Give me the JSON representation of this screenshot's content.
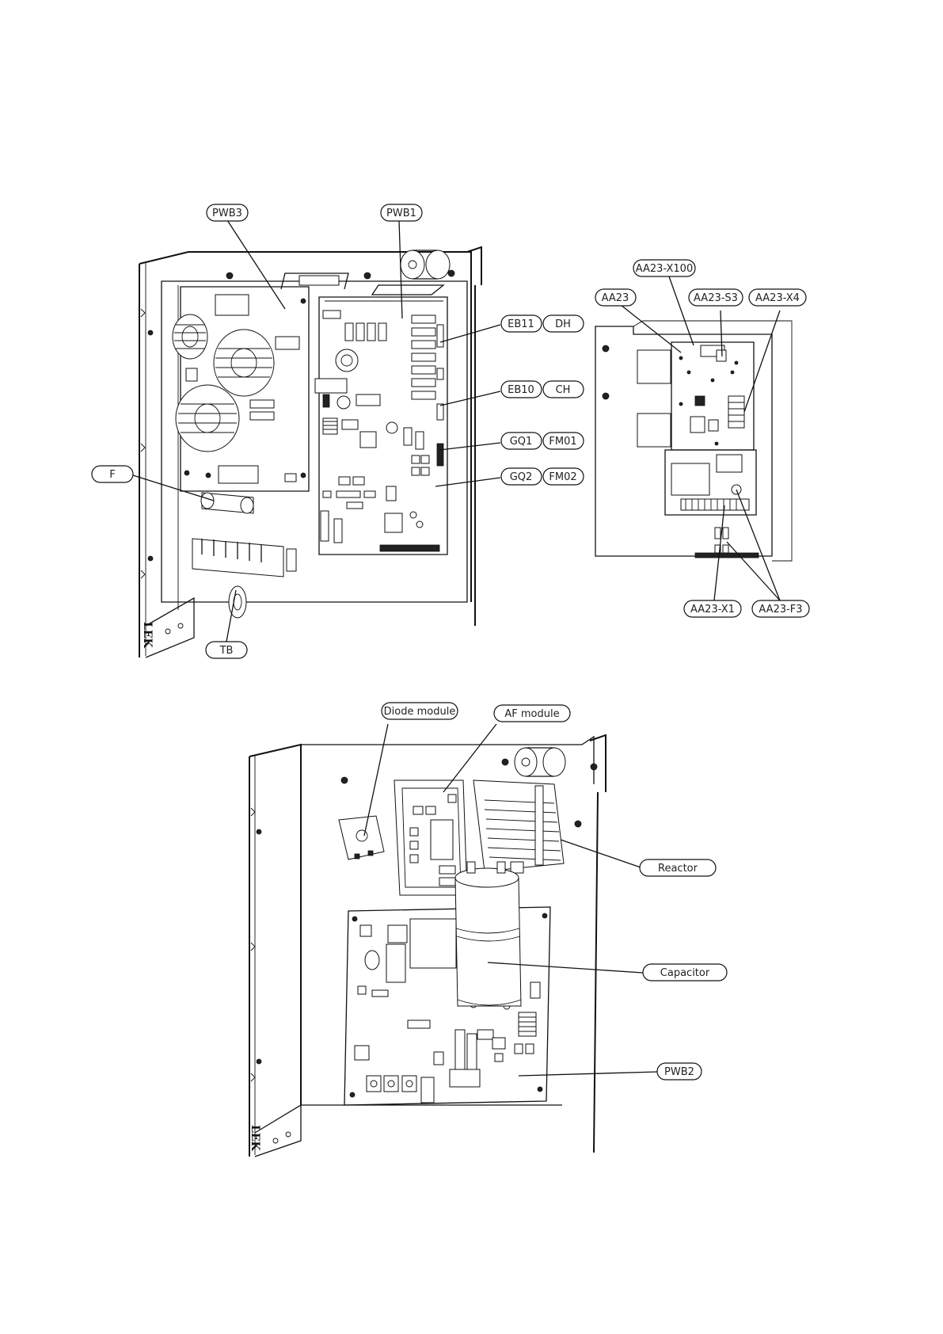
{
  "labels": {
    "pwb3": "PWB3",
    "pwb1": "PWB1",
    "eb11": "EB11",
    "dh": "DH",
    "eb10": "EB10",
    "ch": "CH",
    "gq1": "GQ1",
    "fm01": "FM01",
    "gq2": "GQ2",
    "fm02": "FM02",
    "f": "F",
    "tb": "TB",
    "aa23": "AA23",
    "aa23_x100": "AA23-X100",
    "aa23_s3": "AA23-S3",
    "aa23_x4": "AA23-X4",
    "aa23_x1": "AA23-X1",
    "aa23_f3": "AA23-F3",
    "diode_module": "Diode module",
    "af_module": "AF module",
    "reactor": "Reactor",
    "capacitor": "Capacitor",
    "pwb2": "PWB2"
  },
  "stamps": {
    "upper": "LEK",
    "lower": "LEK"
  }
}
